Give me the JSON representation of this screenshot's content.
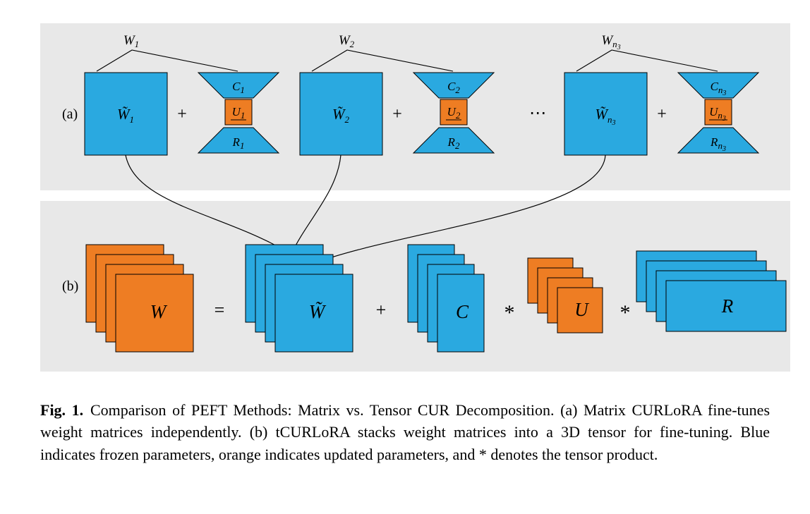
{
  "colors": {
    "blue": "#2aa9e0",
    "orange": "#ee7d23",
    "panel_background": "#e8e8e8",
    "stroke": "#000000"
  },
  "panel_a": {
    "label": "(a)",
    "dots": "⋯",
    "groups": [
      {
        "top_base": "W",
        "top_sub": "1",
        "top_subsub": "",
        "sq_base": "W̃",
        "sq_sub": "1",
        "sq_subsub": "",
        "plus": "+",
        "c_base": "C",
        "c_sub": "1",
        "c_subsub": "",
        "u_base": "U",
        "u_sub": "1",
        "u_subsub": "",
        "r_base": "R",
        "r_sub": "1",
        "r_subsub": ""
      },
      {
        "top_base": "W",
        "top_sub": "2",
        "top_subsub": "",
        "sq_base": "W̃",
        "sq_sub": "2",
        "sq_subsub": "",
        "plus": "+",
        "c_base": "C",
        "c_sub": "2",
        "c_subsub": "",
        "u_base": "U",
        "u_sub": "2",
        "u_subsub": "",
        "r_base": "R",
        "r_sub": "2",
        "r_subsub": ""
      },
      {
        "top_base": "W",
        "top_sub": "n",
        "top_subsub": "3",
        "sq_base": "W̃",
        "sq_sub": "n",
        "sq_subsub": "3",
        "plus": "+",
        "c_base": "C",
        "c_sub": "n",
        "c_subsub": "3",
        "u_base": "U",
        "u_sub": "n",
        "u_subsub": "3",
        "r_base": "R",
        "r_sub": "n",
        "r_subsub": "3"
      }
    ]
  },
  "panel_b": {
    "label": "(b)",
    "w_label": "W",
    "w_tilde_label": "W̃",
    "c_label": "C",
    "u_label": "U",
    "r_label": "R",
    "equals": "=",
    "plus": "+",
    "star_left": "*",
    "star_right": "*"
  },
  "caption": {
    "tag": "Fig. 1.",
    "text": "Comparison of PEFT Methods: Matrix vs. Tensor CUR Decomposition. (a) Matrix CURLoRA fine-tunes weight matrices independently. (b) tCURLoRA stacks weight matrices into a 3D tensor for fine-tuning. Blue indicates frozen parameters, orange indicates updated parameters, and * denotes the tensor product."
  }
}
